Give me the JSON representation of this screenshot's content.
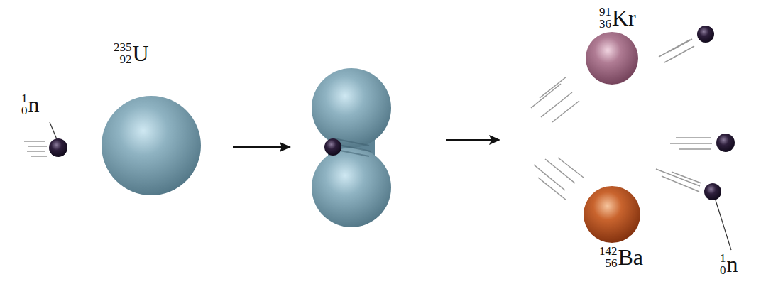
{
  "diagram": {
    "labels": [
      "1",
      "0",
      "n",
      "235",
      "92",
      "U",
      "91",
      "36",
      "Kr",
      "142",
      "56",
      "Ba",
      "1",
      "0",
      "n"
    ]
  }
}
